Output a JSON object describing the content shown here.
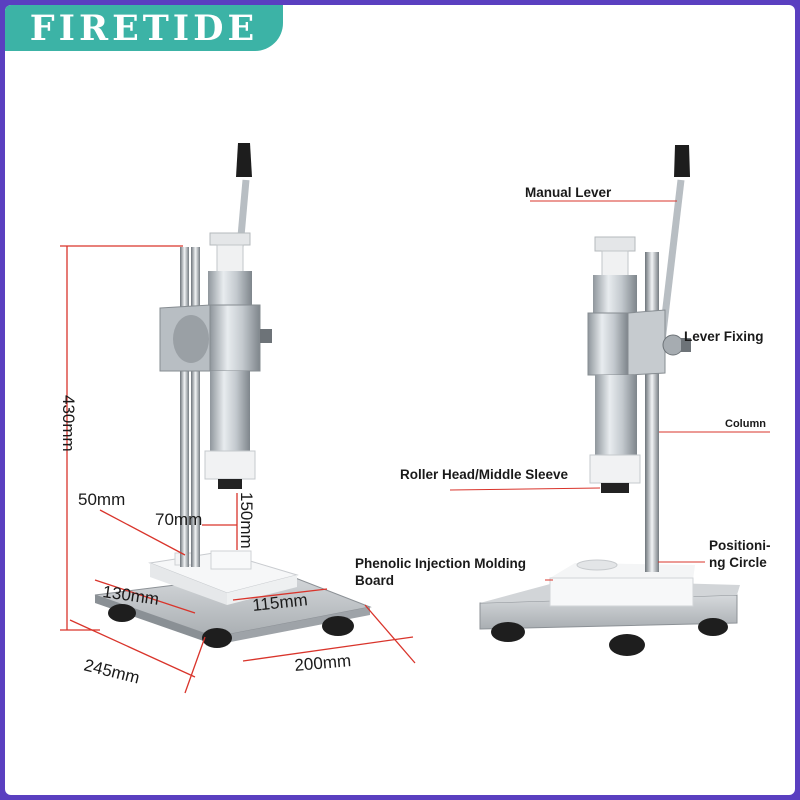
{
  "brand": {
    "name": "FIRETIDE",
    "color": "#3cb3a6"
  },
  "border_color": "#5a3fc0",
  "dimension_color": "#d9342b",
  "left_dimensions": {
    "height": "430mm",
    "column_offset": "50mm",
    "head_width": "70mm",
    "stroke": "150mm",
    "board_depth": "130mm",
    "board_width": "115mm",
    "base_depth": "245mm",
    "base_width": "200mm"
  },
  "right_labels": {
    "manual_lever": "Manual Lever",
    "lever_fixing": "Lever Fixing",
    "column": "Column",
    "roller_head": "Roller Head/Middle Sleeve",
    "board_line1": "Phenolic Injection Molding",
    "board_line2": "Board",
    "positioning_line1": "Positioni-",
    "positioning_line2": "ng Circle"
  }
}
